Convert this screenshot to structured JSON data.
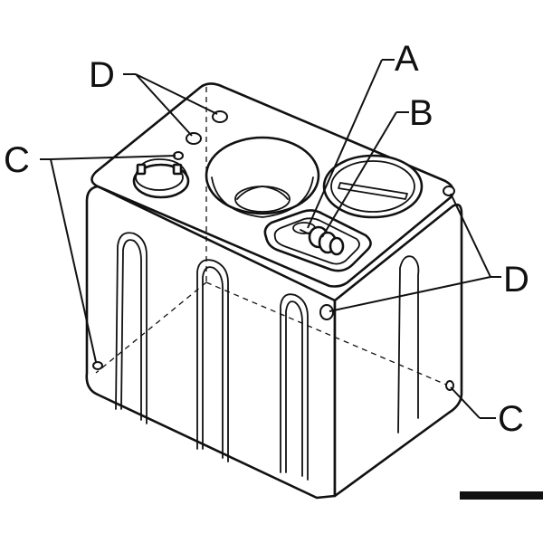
{
  "labels": {
    "a": "A",
    "b": "B",
    "c_left": "C",
    "c_right": "C",
    "d_top": "D",
    "d_right": "D"
  },
  "colors": {
    "line": "#111111",
    "background": "#ffffff"
  }
}
